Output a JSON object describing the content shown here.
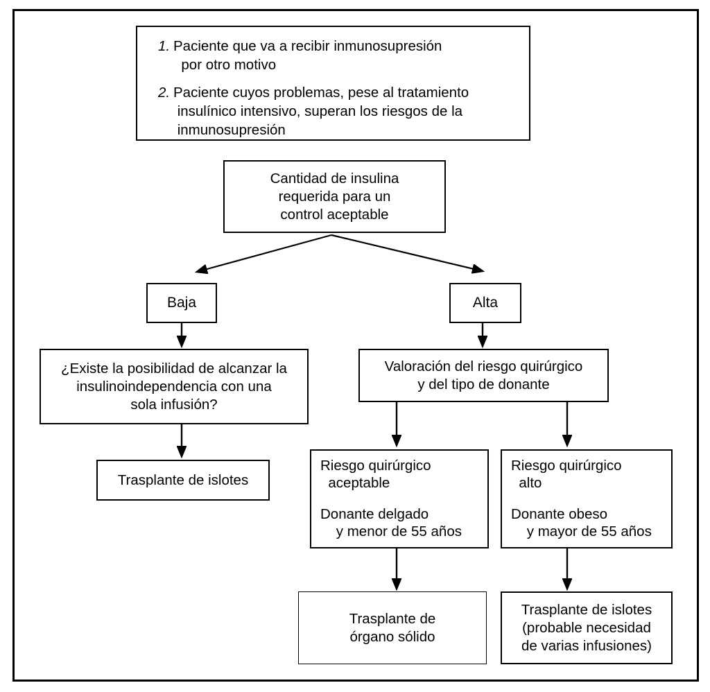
{
  "figure": {
    "criteria": {
      "item1_number": "1.",
      "item1_text": "Paciente que va a recibir inmunosupresión\n  por otro motivo",
      "item2_number": "2.",
      "item2_text": "Paciente cuyos problemas, pese al tratamiento\n insulínico intensivo, superan los riesgos de la\n inmunosupresión"
    },
    "insulin_amount": "Cantidad de insulina\nrequerida para un\ncontrol aceptable",
    "branch_low": "Baja",
    "branch_high": "Alta",
    "single_infusion_question": "¿Existe la posibilidad de alcanzar la\ninsulinoindependencia con una\nsola infusión?",
    "islet_transplant": "Trasplante de islotes",
    "risk_donor_assessment": "Valoración del riesgo quirúrgico\ny del tipo de donante",
    "acceptable_risk": "Riesgo quirúrgico\n  aceptable",
    "acceptable_donor": "Donante delgado\n    y menor de 55 años",
    "high_risk": "Riesgo quirúrgico\n  alto",
    "high_donor": "Donante obeso\n    y mayor de 55 años",
    "solid_organ_transplant": "Trasplante de\nórgano sólido",
    "islet_transplant_multiple": "Trasplante de islotes\n(probable necesidad\nde varias infusiones)"
  },
  "colors": {
    "ink": "#000000",
    "paper": "#ffffff"
  }
}
